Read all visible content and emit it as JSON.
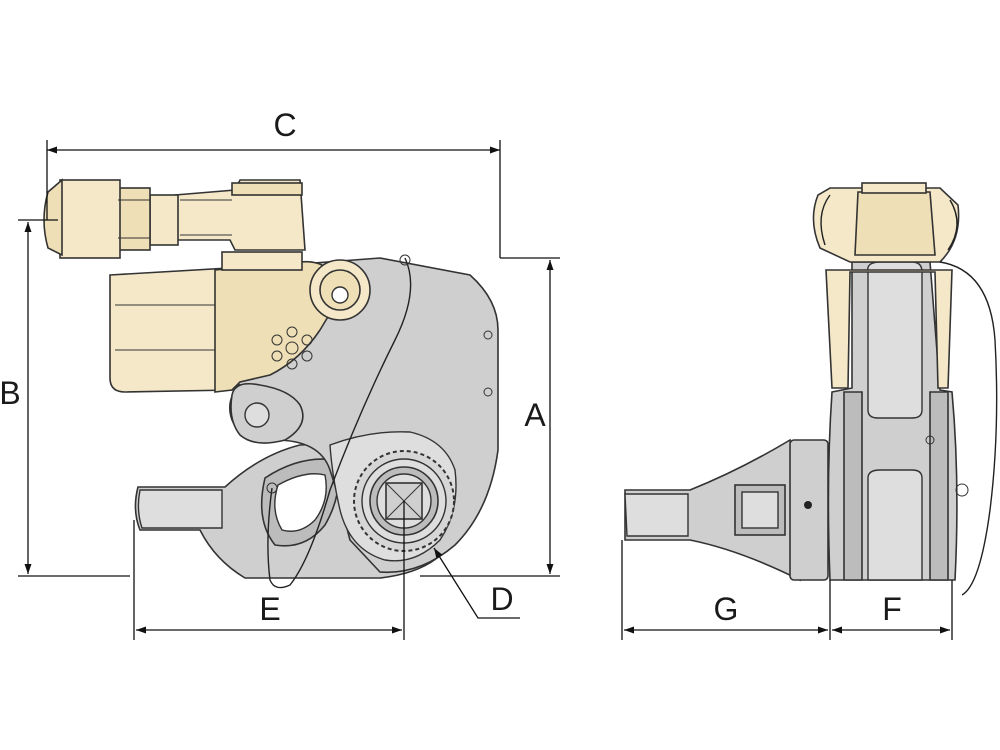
{
  "labels": {
    "a": "A",
    "b": "B",
    "c": "C",
    "d": "D",
    "e": "E",
    "f": "F",
    "g": "G"
  },
  "colors": {
    "cream": "#f4e8c8",
    "grey": "#cfcfcf",
    "outline": "#333333"
  }
}
